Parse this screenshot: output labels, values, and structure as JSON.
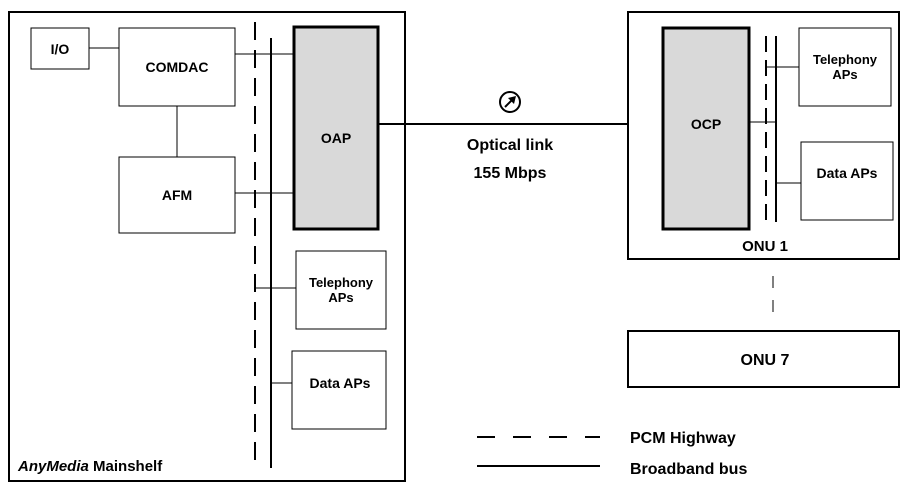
{
  "mainshelf": {
    "label_italic": "AnyMedia",
    "label_rest": " Mainshelf",
    "io": "I/O",
    "comdac": "COMDAC",
    "afm": "AFM",
    "oap": "OAP",
    "telephony_line1": "Telephony",
    "telephony_line2": "APs",
    "data_aps": "Data APs"
  },
  "link": {
    "line1": "Optical link",
    "line2": "155 Mbps",
    "icon": "compass-arrow-icon"
  },
  "onu1": {
    "label": "ONU 1",
    "ocp": "OCP",
    "telephony_line1": "Telephony",
    "telephony_line2": "APs",
    "data_aps": "Data APs"
  },
  "onu7": {
    "label": "ONU 7"
  },
  "legend": {
    "pcm": "PCM Highway",
    "broadband": "Broadband bus"
  },
  "colors": {
    "processor_fill": "#d9d9d9",
    "stroke": "#000000"
  }
}
